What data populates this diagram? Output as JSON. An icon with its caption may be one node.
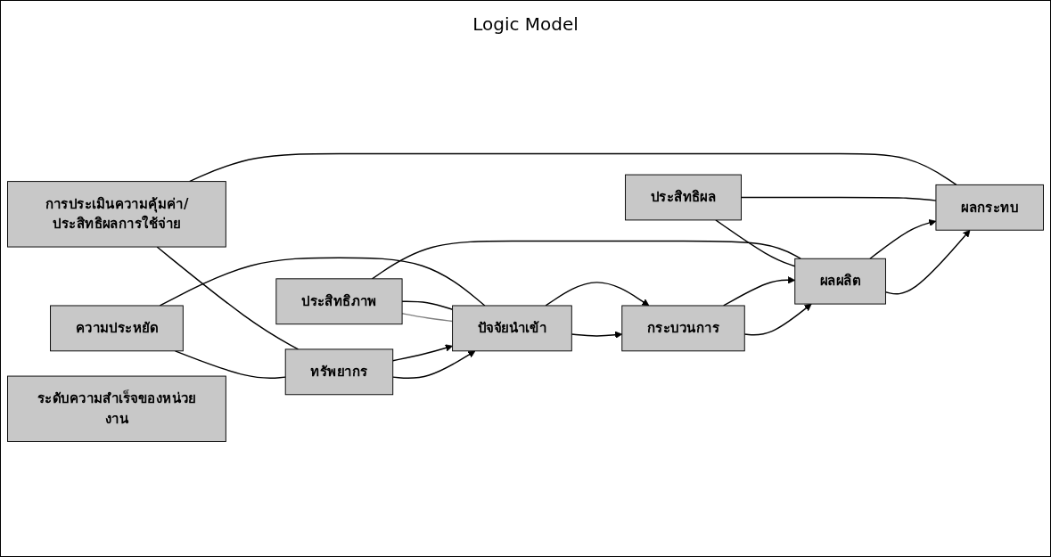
{
  "diagram": {
    "title": "Logic Model",
    "nodes": [
      {
        "text": [
          "การประเมินความคุ้มค่า/ประสิทธิผลการใช้จ่าย"
        ]
      },
      {
        "text": [
          "ความประหยัด"
        ]
      },
      {
        "text": [
          "ประสิทธิภาพ"
        ]
      },
      {
        "text": [
          "ประสิทธิผล"
        ]
      },
      {
        "text": [
          "ทรัพยากร"
        ]
      },
      {
        "text": [
          "ปัจจัยนำเข้า"
        ]
      },
      {
        "text": [
          "กระบวนการ"
        ]
      },
      {
        "text": [
          "ผลผลิต"
        ]
      },
      {
        "text": [
          "ผลกระทบ"
        ]
      },
      {
        "text": [
          "ระดับความสำเร็จของหน่วยงาน"
        ]
      }
    ],
    "edges": [
      {
        "from": 0,
        "to": 4,
        "arrow": "none"
      },
      {
        "from": 0,
        "to": 8,
        "arrow": "none"
      },
      {
        "from": 1,
        "to": 4,
        "arrow": "none"
      },
      {
        "from": 1,
        "to": 5,
        "arrow": "none"
      },
      {
        "from": 2,
        "to": 5,
        "arrow": "none"
      },
      {
        "from": 2,
        "to": 5,
        "arrow": "none",
        "color": "#808080"
      },
      {
        "from": 2,
        "to": 7,
        "arrow": "none"
      },
      {
        "from": 3,
        "to": 7,
        "arrow": "none"
      },
      {
        "from": 3,
        "to": 8,
        "arrow": "none"
      },
      {
        "from": 4,
        "to": 5,
        "arrow": "to"
      },
      {
        "from": 4,
        "to": 5,
        "arrow": "to"
      },
      {
        "from": 5,
        "to": 6,
        "arrow": "to"
      },
      {
        "from": 5,
        "to": 6,
        "arrow": "to"
      },
      {
        "from": 6,
        "to": 7,
        "arrow": "to"
      },
      {
        "from": 6,
        "to": 7,
        "arrow": "to"
      },
      {
        "from": 7,
        "to": 8,
        "arrow": "to"
      },
      {
        "from": 7,
        "to": 8,
        "arrow": "to"
      }
    ]
  }
}
